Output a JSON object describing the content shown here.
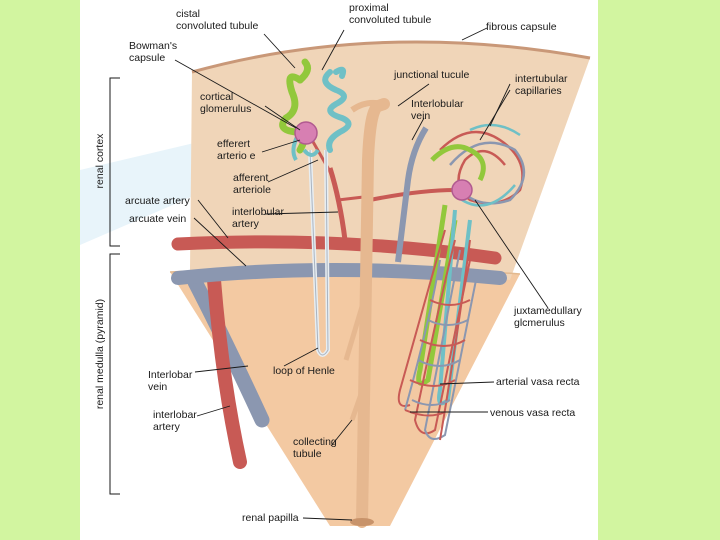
{
  "colors": {
    "side_panel": "#d2f5a0",
    "tissue_cortex": "#f0d5b8",
    "tissue_medulla": "#f3c9a2",
    "artery": "#c85a55",
    "vein": "#8b97b0",
    "collecting_tubule": "#e6b890",
    "distal_tubule": "#92c83c",
    "proximal_tubule": "#6fc0c6",
    "glomerulus": "#d77fb2"
  },
  "labels": {
    "distal_convoluted_tubule": "cistal\nconvoluted tubule",
    "proximal_convoluted_tubule": "proximal\nconvoluted tubule",
    "fibrous_capsule": "fibrous capsule",
    "bowmans_capsule": "Bowman's\ncapsule",
    "junctional_tubule": "junctional tucule",
    "intertubular_capillaries": "intertubular\ncapillaries",
    "cortical_glomerulus": "cortical\nglomerulus",
    "interlobular_vein": "Interlobular\nvein",
    "efferent_arteriole": "efferert\narterio e",
    "afferent_arteriole": "afferent\narteriole",
    "arcuate_artery": "arcuate artery",
    "arcuate_vein": "arcuate vein",
    "interlobular_artery": "interlobular\nartery",
    "juxtamedullary_glomerulus": "juxtamedullary\nglcmerulus",
    "loop_of_henle": "loop of Henle",
    "interlobar_vein": "Interlobar\nvein",
    "arterial_vasa_recta": "arterial vasa recta",
    "venous_vasa_recta": "venous vasa recta",
    "interlobar_artery": "interlobar\nartery",
    "collecting_tubule": "collecting\ntubule",
    "renal_papilla": "renal papilla",
    "renal_cortex": "renal cortex",
    "renal_medulla": "renal medulla (pyramid)"
  }
}
